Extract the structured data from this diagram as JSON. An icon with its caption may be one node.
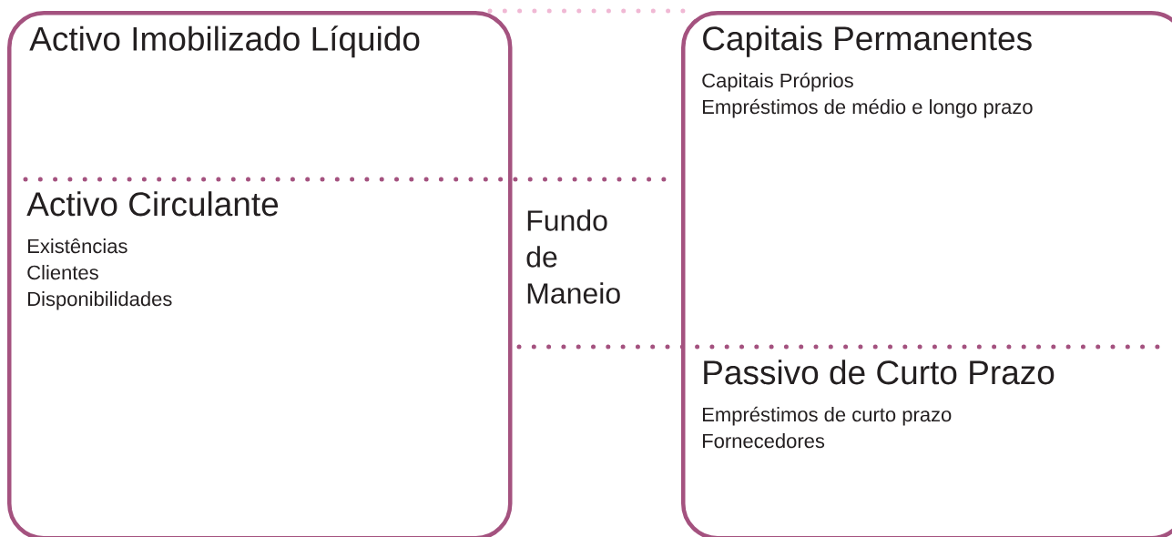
{
  "diagram": {
    "nodes": [
      {
        "text": [],
        "shape": "box"
      },
      {
        "text": [
          "Activo Imobilizado Líquido"
        ],
        "in": 0
      },
      {
        "text": [
          "Activo Circulante",
          "Existências",
          "Clientes",
          "Disponibilidades"
        ],
        "in": 0
      },
      {
        "text": [
          "Fundo de Maneio"
        ]
      },
      {
        "text": [],
        "shape": "box"
      },
      {
        "text": [
          "Capitais Permanentes",
          "Capitais Próprios",
          "Empréstimos de médio e longo prazo"
        ],
        "in": 4
      },
      {
        "text": [
          "Passivo de Curto Prazo",
          "Empréstimos de curto prazo",
          "Fornecedores"
        ],
        "in": 4
      }
    ]
  }
}
